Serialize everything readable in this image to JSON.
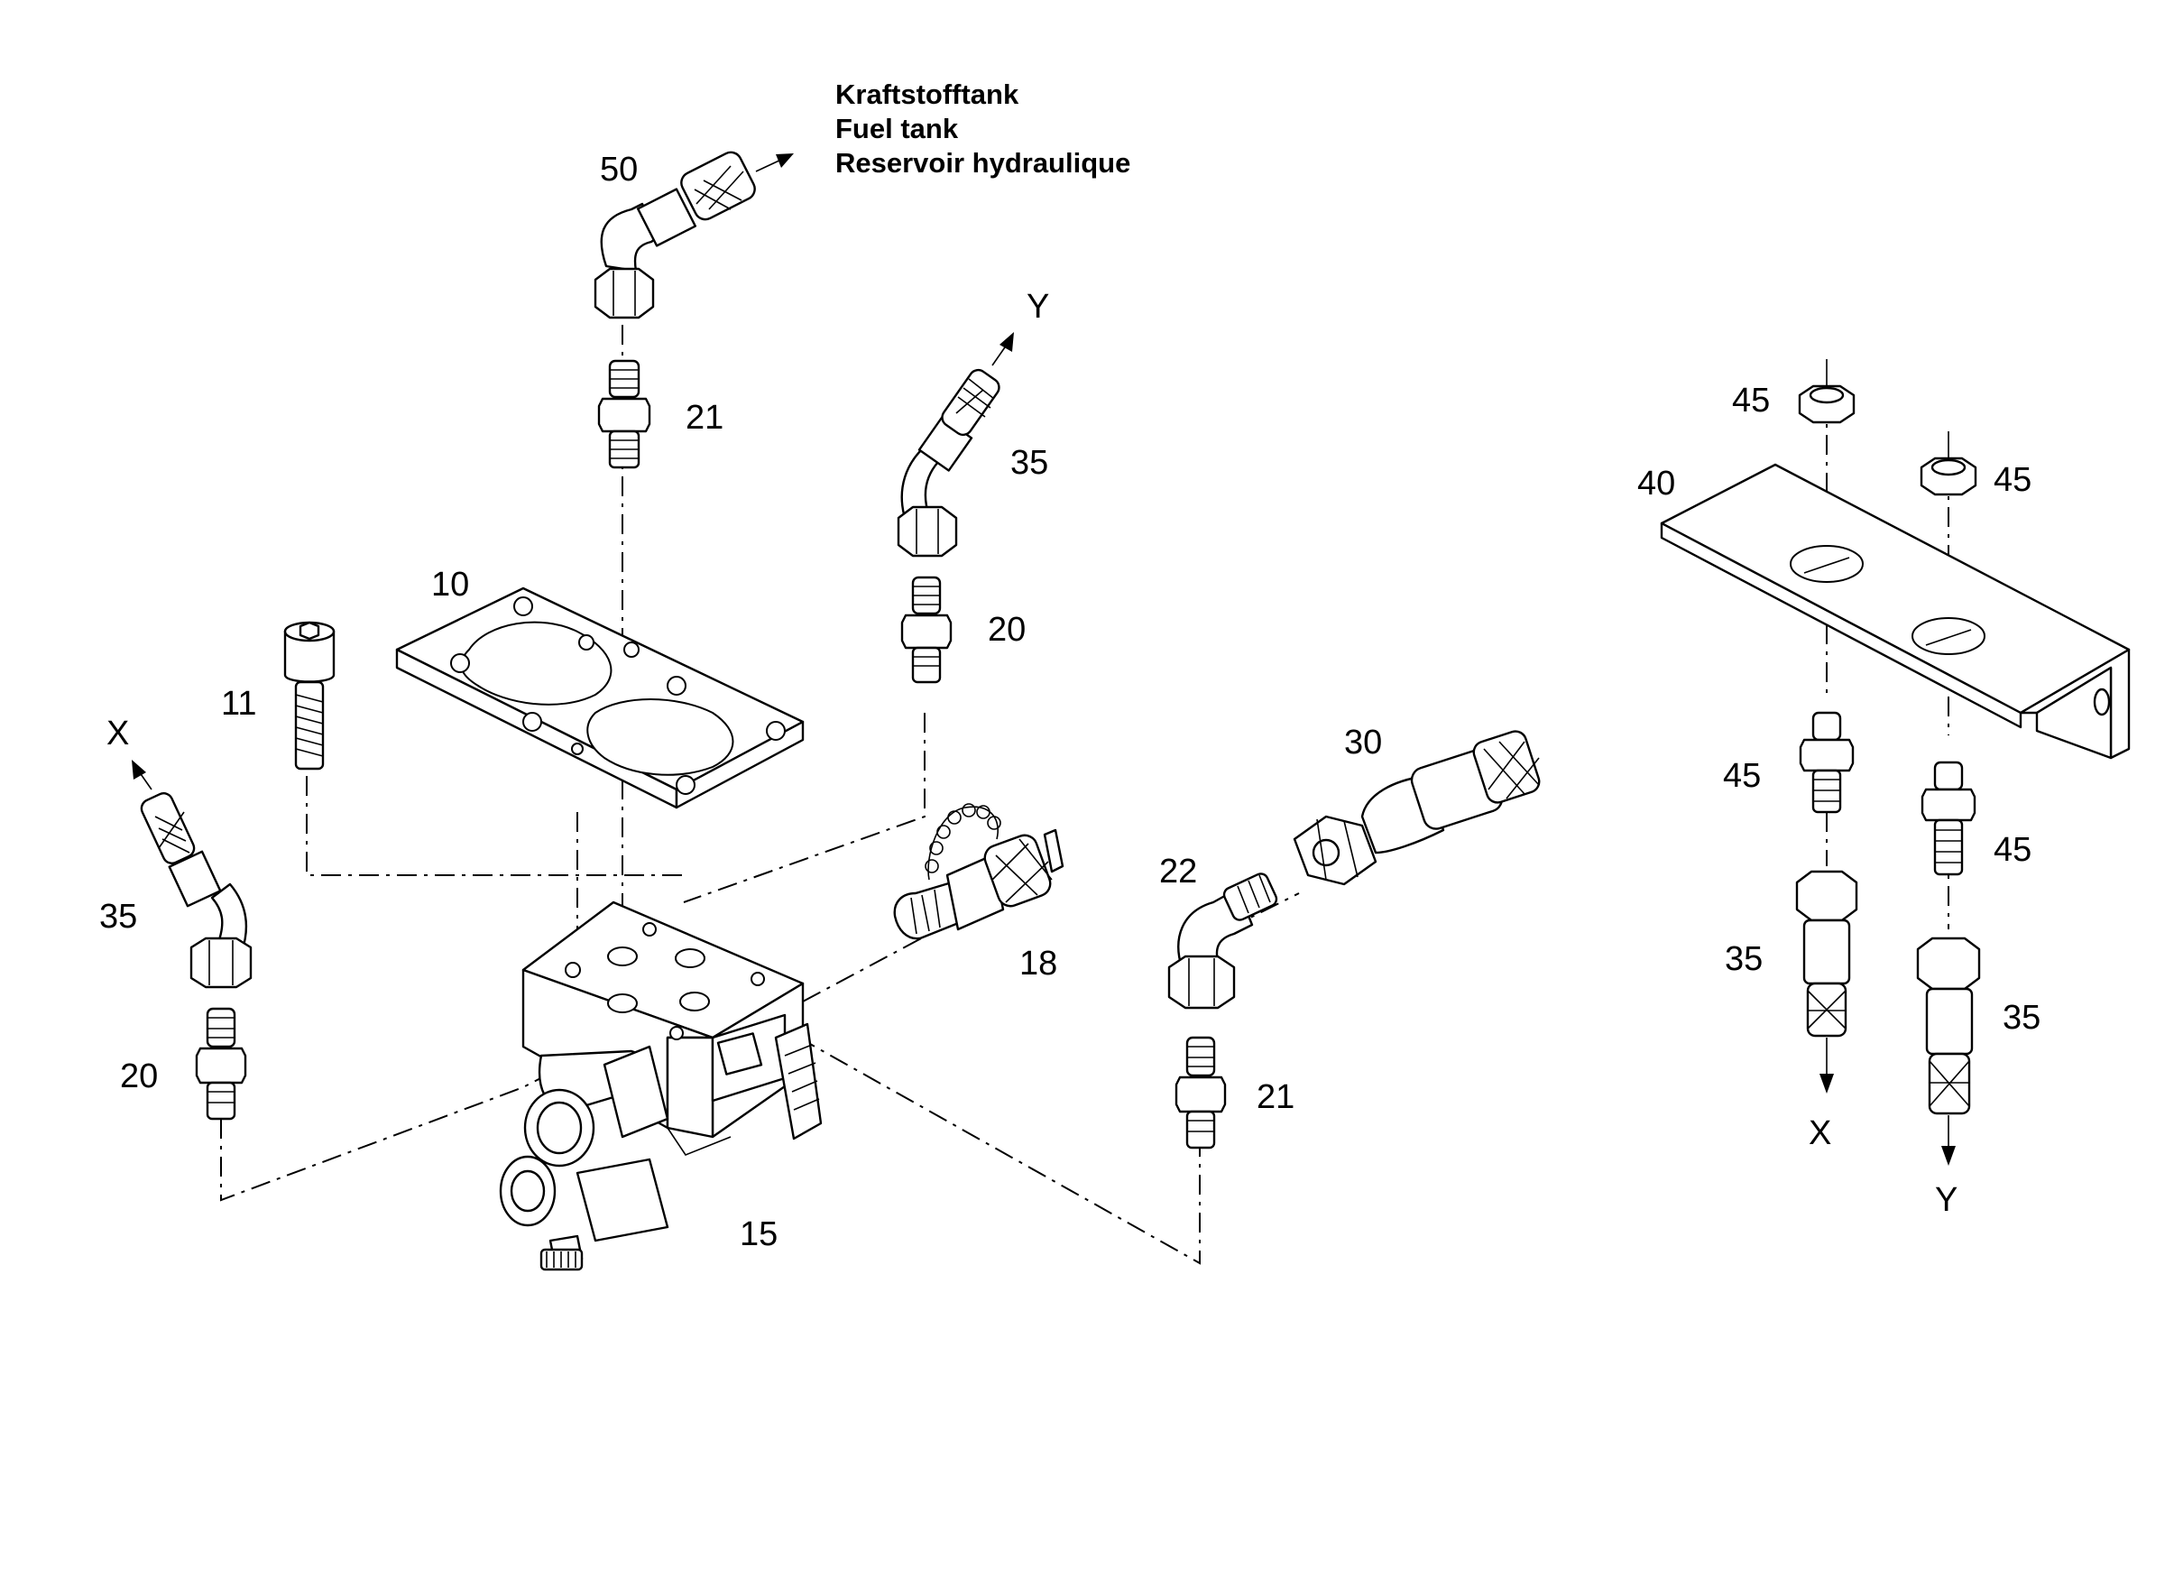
{
  "diagram": {
    "destination": {
      "line_1": "Kraftstofftank",
      "line_2": "Fuel tank",
      "line_3": "Reservoir hydraulique"
    },
    "callouts": {
      "p50": "50",
      "p21_top": "21",
      "p35_top": "35",
      "p20_right": "20",
      "p10": "10",
      "p11": "11",
      "p35_left": "35",
      "p20_left": "20",
      "p15": "15",
      "p18": "18",
      "p22": "22",
      "p30": "30",
      "p21_bottom": "21",
      "p40": "40",
      "p45_nut_left": "45",
      "p45_nut_right": "45",
      "p45_fit_left": "45",
      "p45_fit_right": "45",
      "p35_hose_left": "35",
      "p35_hose_right": "35"
    },
    "ports": {
      "y_top": "Y",
      "x_left": "X",
      "x_bottom": "X",
      "y_bottom": "Y"
    }
  }
}
